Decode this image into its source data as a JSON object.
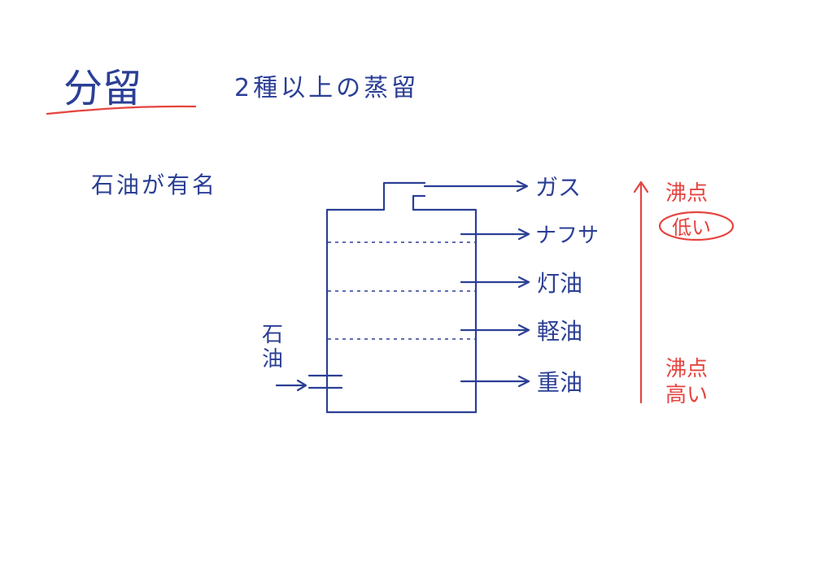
{
  "title": "分留",
  "subtitle": "2種以上の蒸留",
  "note": "石油が有名",
  "feed": {
    "line1": "石",
    "line2": "油"
  },
  "products": [
    {
      "label": "ガス"
    },
    {
      "label": "ナフサ"
    },
    {
      "label": "灯油"
    },
    {
      "label": "軽油"
    },
    {
      "label": "重油"
    }
  ],
  "boiling_scale": {
    "top_label": "沸点",
    "top_circled": "低い",
    "bottom_label_1": "沸点",
    "bottom_label_2": "高い"
  },
  "colors": {
    "blue_ink": "#2b3f95",
    "red_ink": "#e5443f"
  }
}
